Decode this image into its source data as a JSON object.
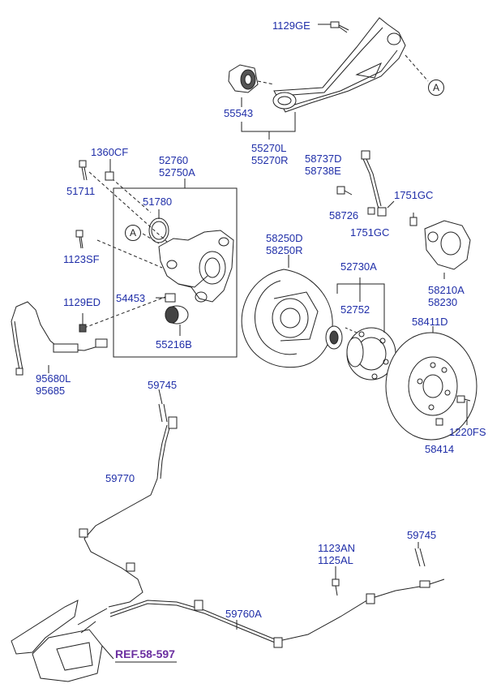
{
  "labels": {
    "l_1129GE": "1129GE",
    "l_55543": "55543",
    "l_55270": [
      "55270L",
      "55270R"
    ],
    "l_1360CF": "1360CF",
    "l_51711": "51711",
    "l_52760": [
      "52760",
      "52750A"
    ],
    "l_51780": "51780",
    "l_1123SF": "1123SF",
    "l_54453": "54453",
    "l_55216B": "55216B",
    "l_1129ED": "1129ED",
    "l_95680": [
      "95680L",
      "95685"
    ],
    "l_58737": [
      "58737D",
      "58738E"
    ],
    "l_58726": "58726",
    "l_1751GC_a": "1751GC",
    "l_1751GC_b": "1751GC",
    "l_58250": [
      "58250D",
      "58250R"
    ],
    "l_52730A": "52730A",
    "l_52752": "52752",
    "l_58210": [
      "58210A",
      "58230"
    ],
    "l_58411D": "58411D",
    "l_1220FS": "1220FS",
    "l_58414": "58414",
    "l_59745_a": "59745",
    "l_59770": "59770",
    "l_1123AN": [
      "1123AN",
      "1125AL"
    ],
    "l_59745_b": "59745",
    "l_59760A": "59760A"
  },
  "callouts": {
    "a1": "A",
    "a2": "A"
  },
  "reference": "REF.58-597",
  "colors": {
    "label": "#1f2ea8",
    "reference": "#6b2fa0",
    "line": "#222222"
  }
}
